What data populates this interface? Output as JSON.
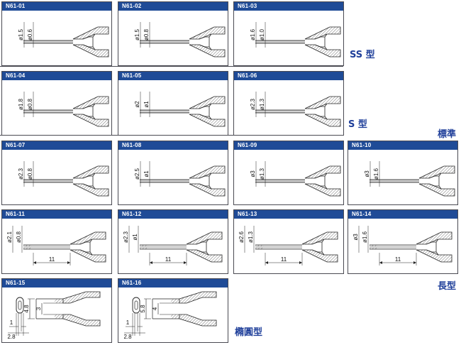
{
  "cards": [
    {
      "id": "N61-01",
      "style": "short",
      "d1": "ø1.5",
      "d2": "ø0.6"
    },
    {
      "id": "N61-02",
      "style": "short",
      "d1": "ø1.5",
      "d2": "ø0.8"
    },
    {
      "id": "N61-03",
      "style": "short",
      "d1": "ø1.6",
      "d2": "ø1.0"
    },
    {
      "id": "N61-04",
      "style": "short",
      "d1": "ø1.8",
      "d2": "ø0.8"
    },
    {
      "id": "N61-05",
      "style": "short",
      "d1": "ø2",
      "d2": "ø1"
    },
    {
      "id": "N61-06",
      "style": "short",
      "d1": "ø2.3",
      "d2": "ø1.3"
    },
    {
      "id": "N61-07",
      "style": "short",
      "d1": "ø2.3",
      "d2": "ø0.8"
    },
    {
      "id": "N61-08",
      "style": "short",
      "d1": "ø2.5",
      "d2": "ø1"
    },
    {
      "id": "N61-09",
      "style": "short",
      "d1": "ø3",
      "d2": "ø1.3"
    },
    {
      "id": "N61-10",
      "style": "short",
      "d1": "ø3",
      "d2": "ø1.6"
    },
    {
      "id": "N61-11",
      "style": "long",
      "d1": "ø2.1",
      "d2": "ø0.8",
      "len": "11"
    },
    {
      "id": "N61-12",
      "style": "long",
      "d1": "ø2.3",
      "d2": "ø1",
      "len": "11"
    },
    {
      "id": "N61-13",
      "style": "long",
      "d1": "ø2.6",
      "d2": "ø1.3",
      "len": "11"
    },
    {
      "id": "N61-14",
      "style": "long",
      "d1": "ø3",
      "d2": "ø1.6",
      "len": "11"
    },
    {
      "id": "N61-15",
      "style": "oval",
      "w": "1",
      "base": "2.8",
      "h": "4.8",
      "inner": "3"
    },
    {
      "id": "N61-16",
      "style": "oval",
      "w": "1",
      "base": "2.8",
      "h": "5.8",
      "inner": "4"
    }
  ],
  "labels": {
    "ss": "SS 型",
    "s": "S 型",
    "standard": "標準",
    "long": "長型",
    "oval": "橢圓型"
  },
  "colors": {
    "header": "#1f4b97",
    "label": "#1f3f9a",
    "hatch": "#555555"
  }
}
